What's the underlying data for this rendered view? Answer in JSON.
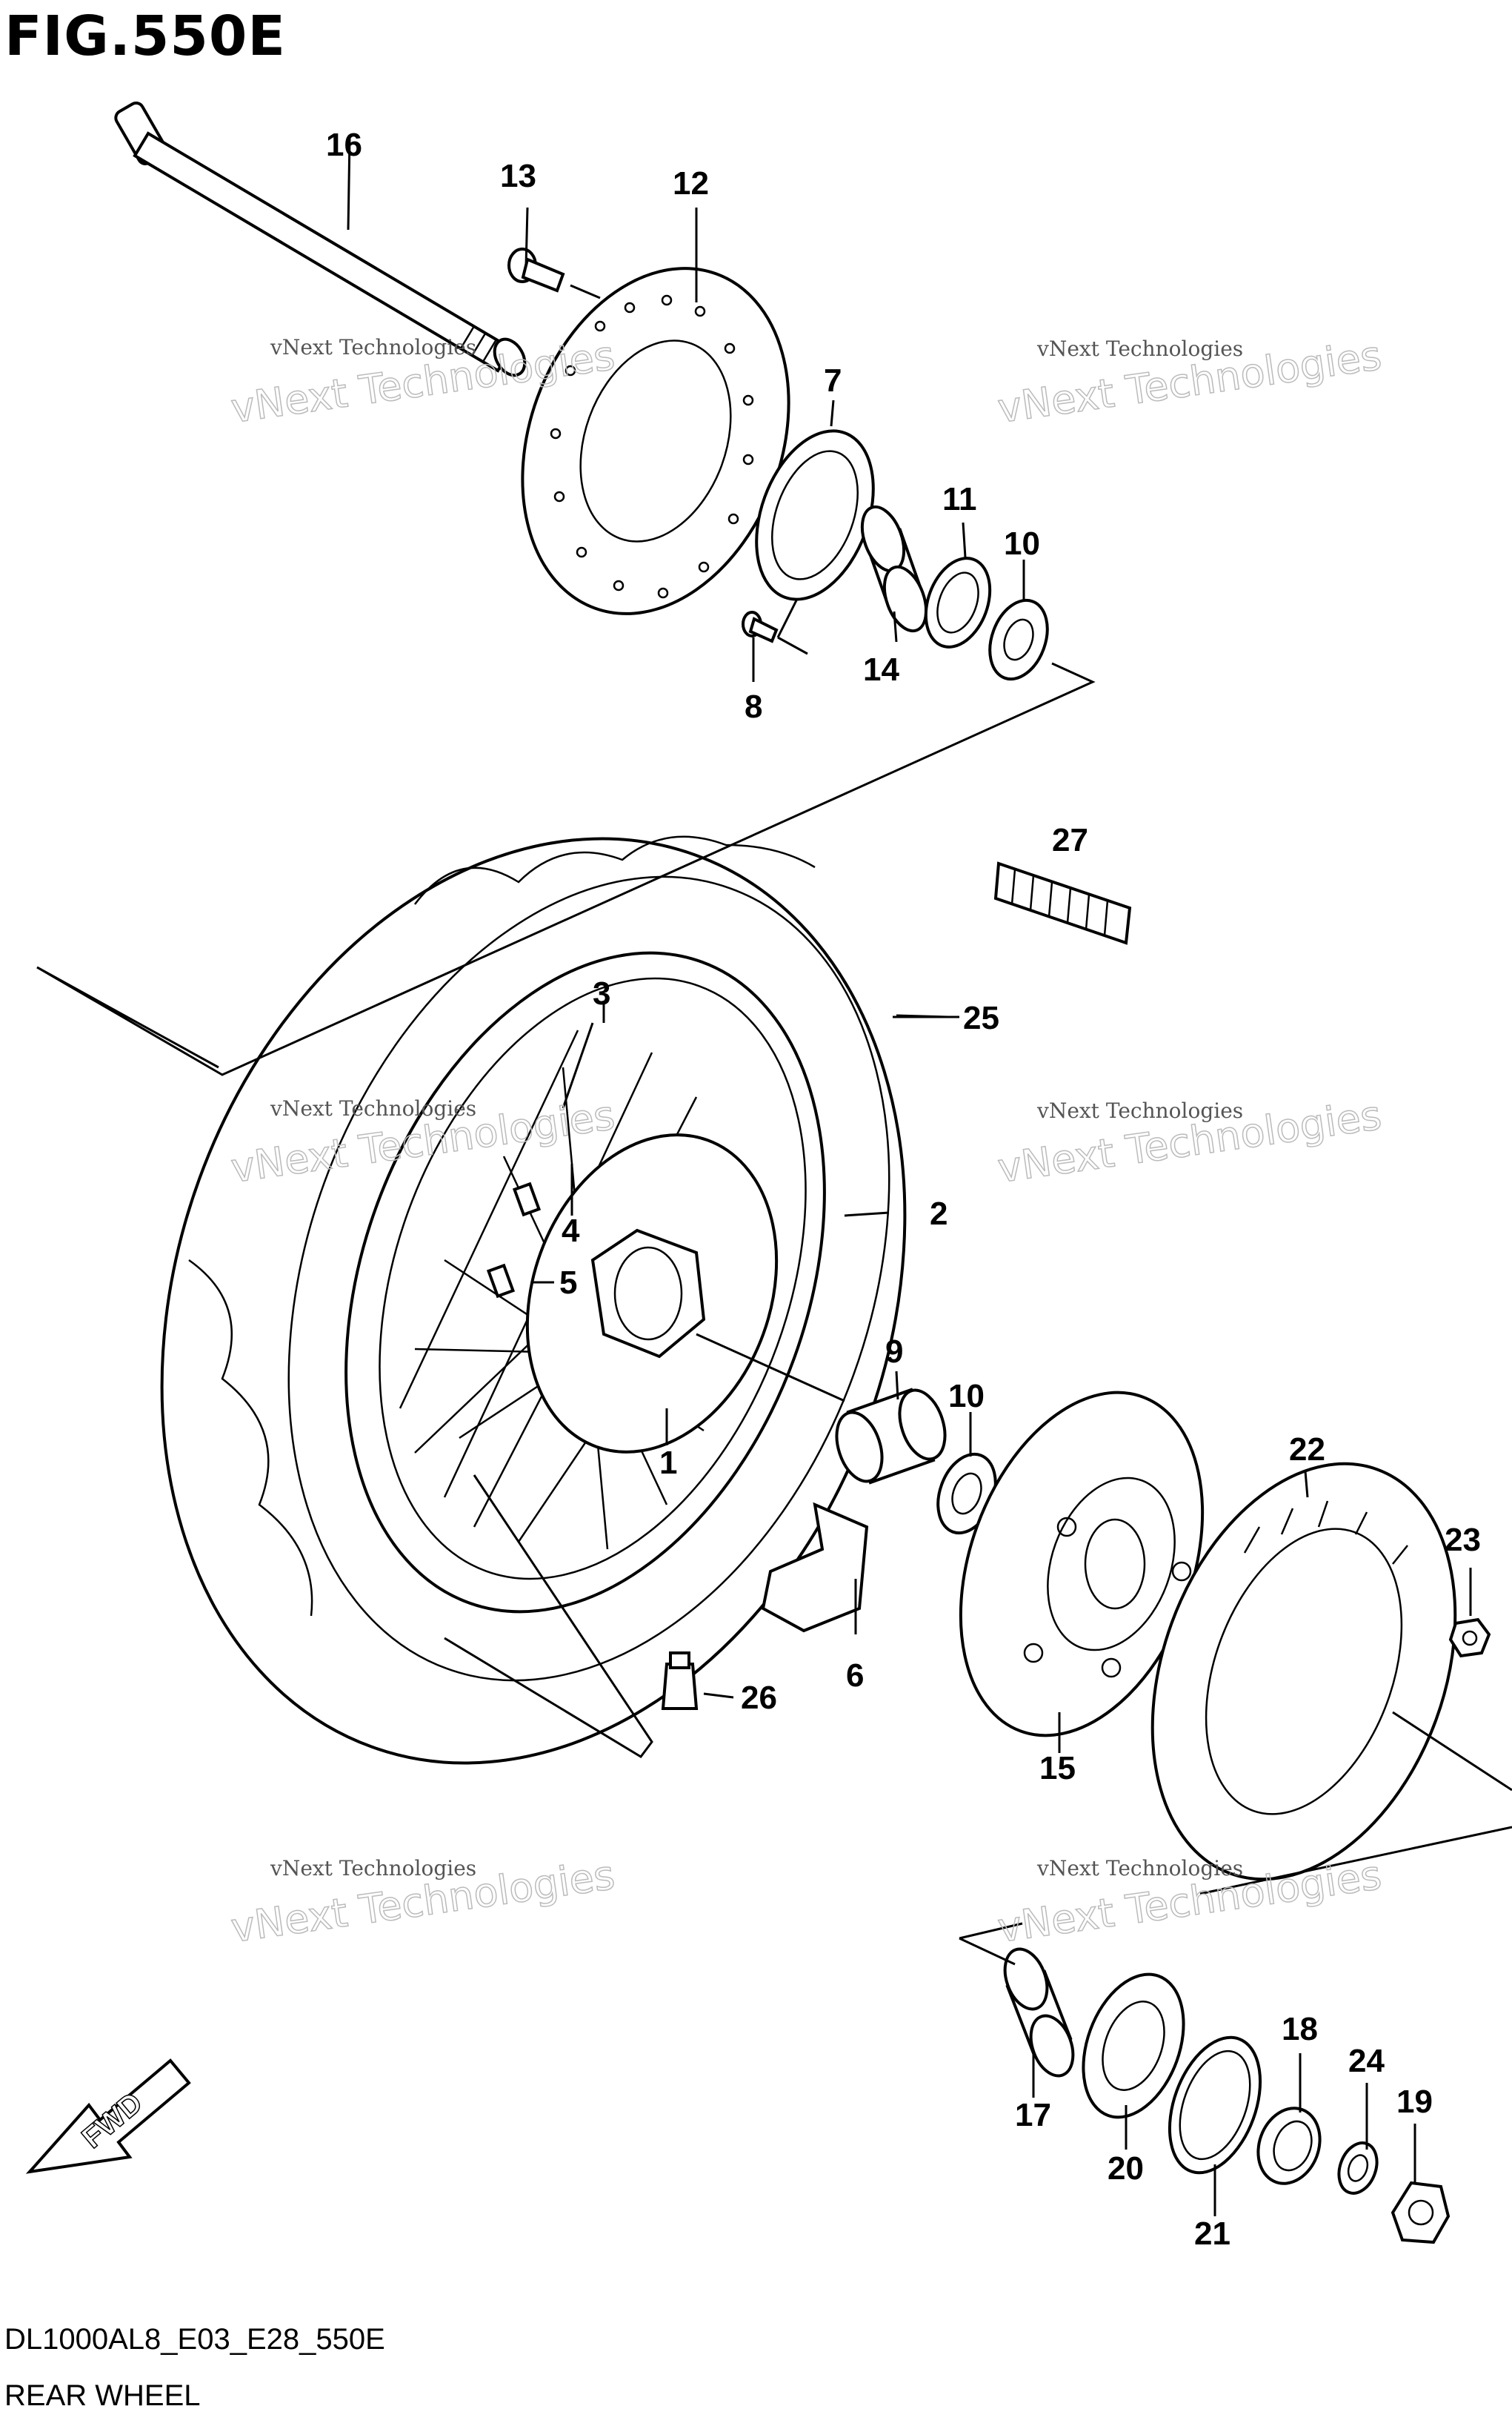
{
  "figure": {
    "title": "FIG.550E",
    "code": "DL1000AL8_E03_E28_550E",
    "name": "REAR WHEEL",
    "fwd_label": "FWD"
  },
  "watermark": {
    "small": "vNext Technologies",
    "large": "vNext Technologies"
  },
  "callouts": [
    {
      "id": "c16",
      "label": "16"
    },
    {
      "id": "c13",
      "label": "13"
    },
    {
      "id": "c12",
      "label": "12"
    },
    {
      "id": "c7",
      "label": "7"
    },
    {
      "id": "c11",
      "label": "11"
    },
    {
      "id": "c10a",
      "label": "10"
    },
    {
      "id": "c14",
      "label": "14"
    },
    {
      "id": "c8",
      "label": "8"
    },
    {
      "id": "c27",
      "label": "27"
    },
    {
      "id": "c3",
      "label": "3"
    },
    {
      "id": "c25",
      "label": "25"
    },
    {
      "id": "c2",
      "label": "2"
    },
    {
      "id": "c4",
      "label": "4"
    },
    {
      "id": "c5",
      "label": "5"
    },
    {
      "id": "c1",
      "label": "1"
    },
    {
      "id": "c9",
      "label": "9"
    },
    {
      "id": "c10b",
      "label": "10"
    },
    {
      "id": "c22",
      "label": "22"
    },
    {
      "id": "c23",
      "label": "23"
    },
    {
      "id": "c6",
      "label": "6"
    },
    {
      "id": "c26",
      "label": "26"
    },
    {
      "id": "c15",
      "label": "15"
    },
    {
      "id": "c18",
      "label": "18"
    },
    {
      "id": "c24",
      "label": "24"
    },
    {
      "id": "c19",
      "label": "19"
    },
    {
      "id": "c17",
      "label": "17"
    },
    {
      "id": "c20",
      "label": "20"
    },
    {
      "id": "c21",
      "label": "21"
    }
  ]
}
